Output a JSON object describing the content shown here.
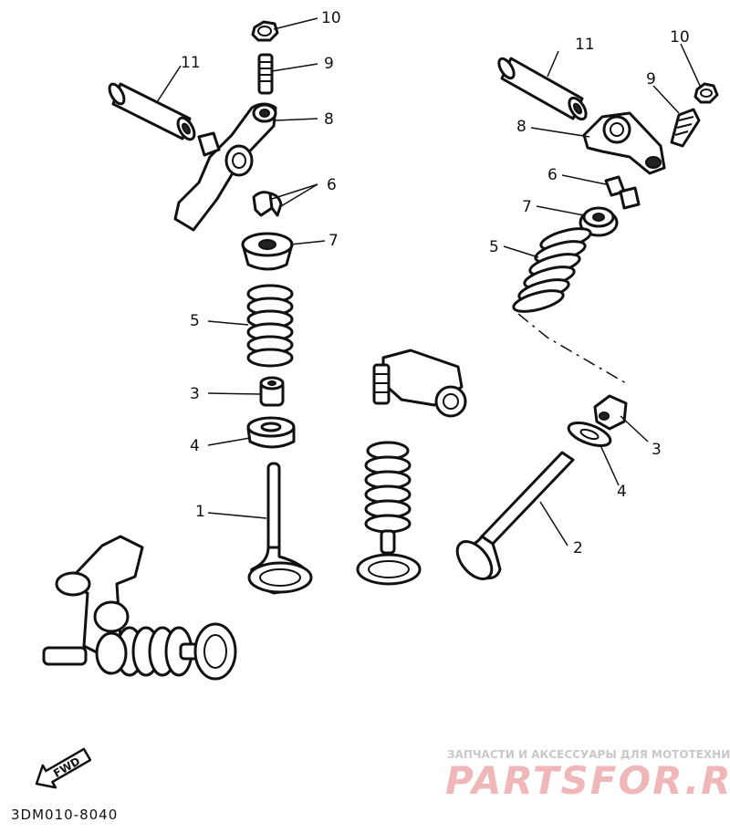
{
  "callouts": {
    "left": {
      "c10": "10",
      "c9": "9",
      "c8": "8",
      "c11": "11",
      "c6": "6",
      "c7": "7",
      "c5": "5",
      "c3": "3",
      "c4": "4",
      "c1": "1"
    },
    "right": {
      "c11": "11",
      "c10": "10",
      "c9": "9",
      "c8": "8",
      "c6": "6",
      "c7": "7",
      "c5": "5",
      "c3": "3",
      "c4": "4",
      "c2": "2"
    }
  },
  "direction_badge": "FWD",
  "diagram_code": "3DM010-8040",
  "watermark": {
    "tagline": "ЗАПЧАСТИ И АКСЕССУАРЫ ДЛЯ МОТОТЕХНИКИ",
    "brand": "PARTSFOR.RU"
  }
}
